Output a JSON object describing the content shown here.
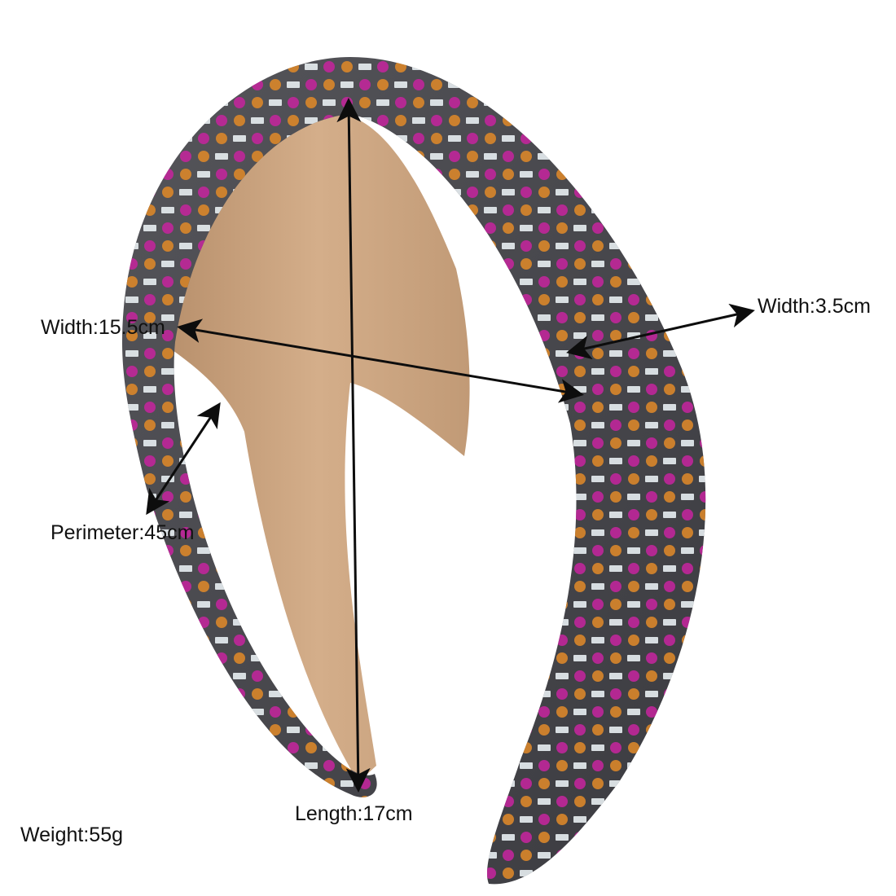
{
  "labels": {
    "width_large": "Width:15.5cm",
    "width_band": "Width:3.5cm",
    "perimeter": "Perimeter:45cm",
    "length": "Length:17cm",
    "weight": "Weight:55g"
  },
  "colors": {
    "background": "#ffffff",
    "arrow": "#0d0d0d",
    "band_base": "#4a4a4e",
    "lining": "#c9a27e",
    "gem_magenta": "#c0269a",
    "gem_amber": "#d9862a",
    "gem_silver": "#e8eef2"
  }
}
